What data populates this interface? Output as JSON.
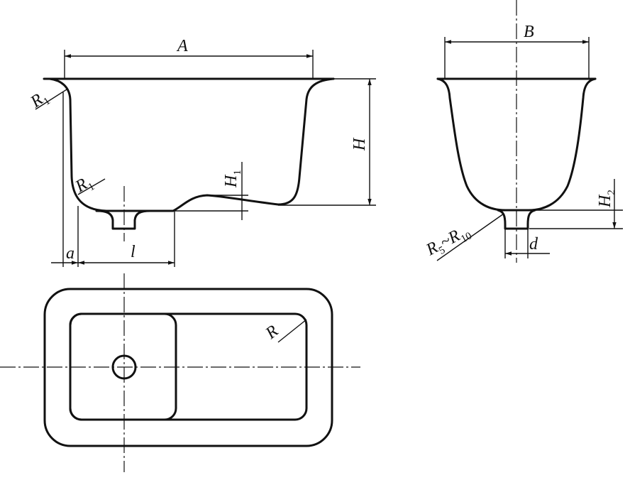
{
  "labels": {
    "A": "A",
    "B": "B",
    "H": "H",
    "H1": "H",
    "H1_sub": "1",
    "H2": "H",
    "H2_sub": "2",
    "R": "R",
    "R1_top": "R",
    "R1_top_sub": "1",
    "R1_low": "R",
    "R1_low_sub": "1",
    "R5": "R",
    "R5_sub": "5",
    "tilde": "~",
    "R10": "R",
    "R10_sub": "10",
    "a": "a",
    "l": "l",
    "d": "d"
  },
  "colors": {
    "line": "#111111",
    "background": "#ffffff"
  }
}
